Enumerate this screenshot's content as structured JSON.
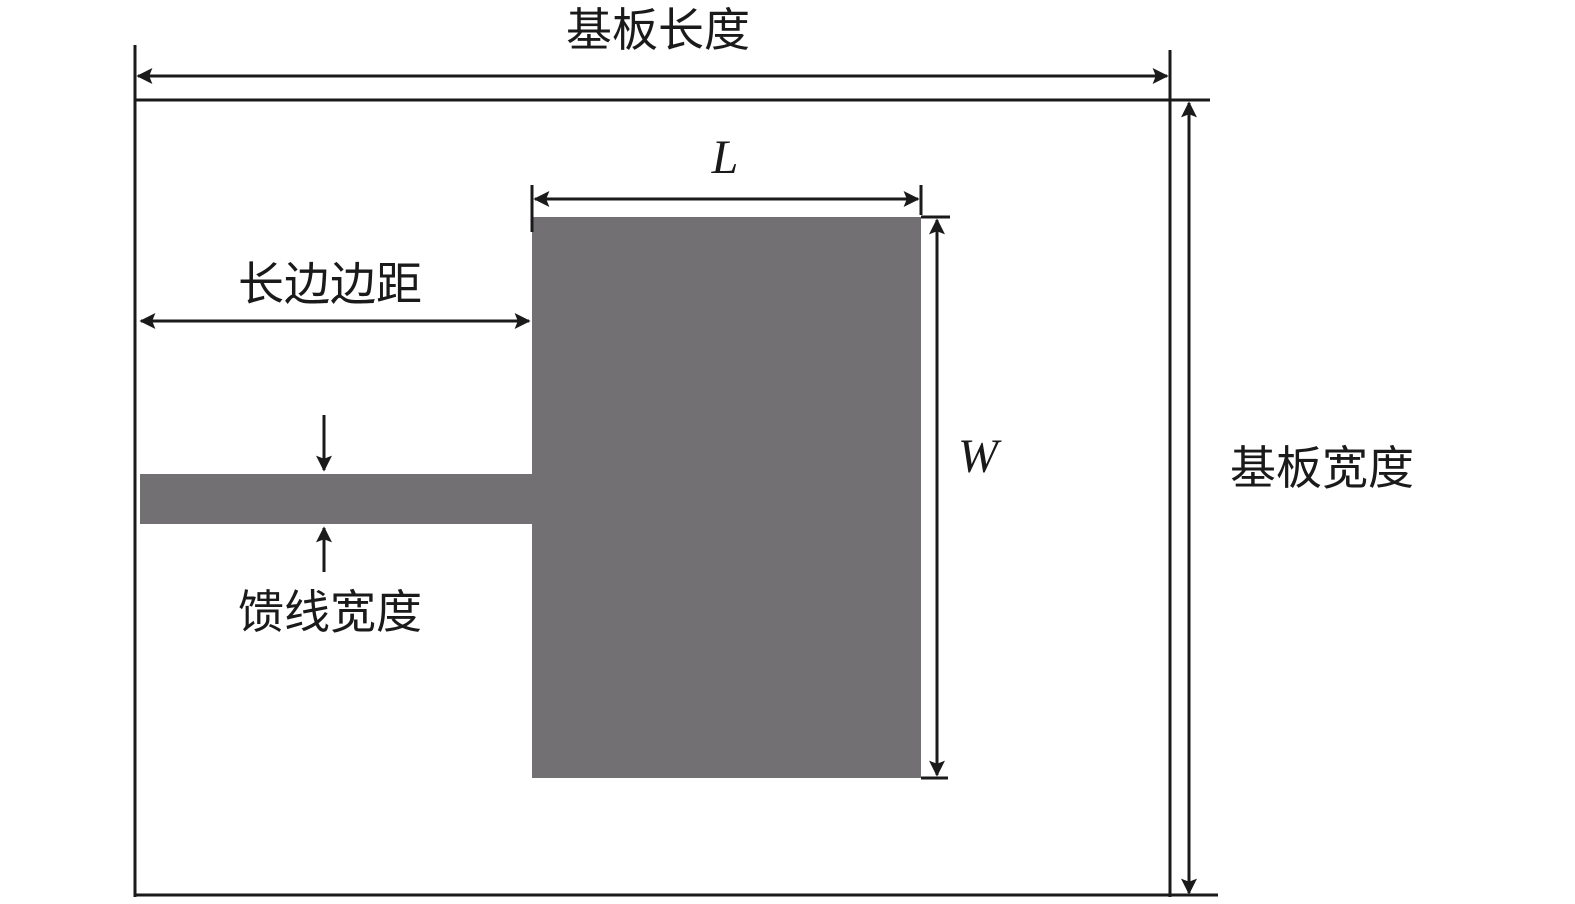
{
  "labels": {
    "substrate_length": "基板长度",
    "substrate_width": "基板宽度",
    "patch_length": "L",
    "patch_width": "W",
    "edge_distance": "长边边距",
    "feed_width": "馈线宽度"
  },
  "colors": {
    "patch": "#737073",
    "line": "#1a1a1a"
  }
}
